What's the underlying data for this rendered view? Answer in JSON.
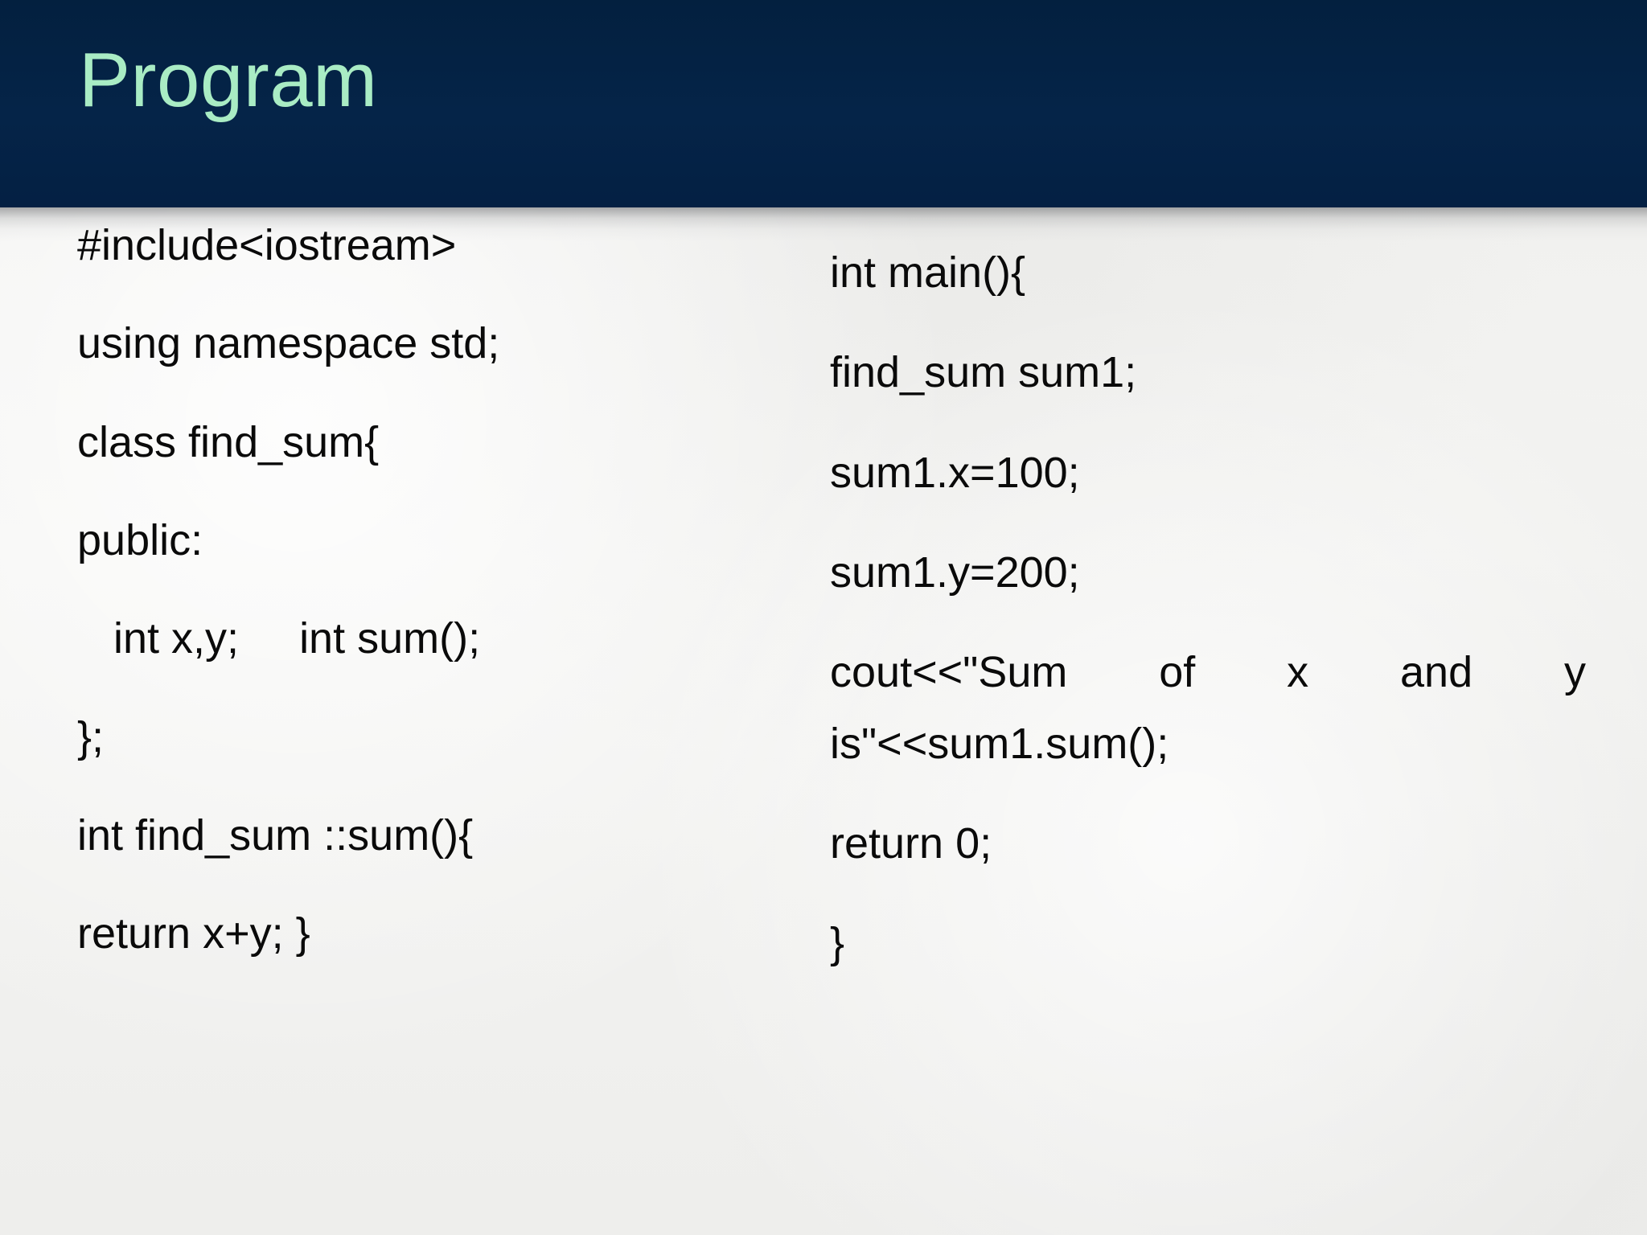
{
  "slide": {
    "title": "Program",
    "title_band_color": "#042046",
    "title_text_color": "#a9ecc4",
    "background_color": "#f1f1ef",
    "code_text_color": "#0a0a0a"
  },
  "code": {
    "left_column": [
      "#include<iostream>",
      "using namespace std;",
      "class find_sum{",
      "public:",
      "   int x,y;     int sum();",
      "};",
      "int find_sum ::sum(){",
      "return x+y; }"
    ],
    "right_column": [
      "int main(){",
      "find_sum sum1;",
      "sum1.x=100;",
      "sum1.y=200;",
      "cout<<\"Sum of x and y",
      "is\"<<sum1.sum();",
      "return 0;",
      "}"
    ]
  }
}
